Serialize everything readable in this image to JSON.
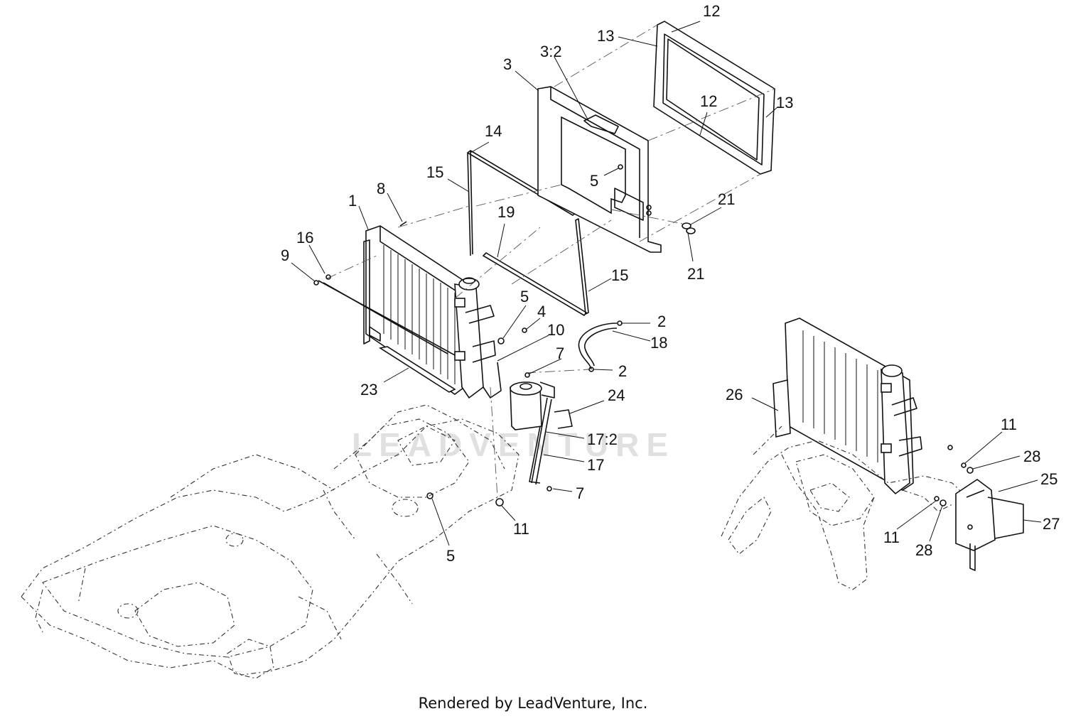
{
  "watermark": "LEADVENTURE",
  "footer": "Rendered by LeadVenture, Inc.",
  "callouts": {
    "c1": "1",
    "c2a": "2",
    "c2b": "2",
    "c3": "3",
    "c3_2": "3:2",
    "c4": "4",
    "c5a": "5",
    "c5b": "5",
    "c5c": "5",
    "c7a": "7",
    "c7b": "7",
    "c8": "8",
    "c9": "9",
    "c10": "10",
    "c11a": "11",
    "c11b": "11",
    "c11c": "11",
    "c12a": "12",
    "c12b": "12",
    "c13a": "13",
    "c13b": "13",
    "c14": "14",
    "c15a": "15",
    "c15b": "15",
    "c16": "16",
    "c17": "17",
    "c17_2": "17:2",
    "c18": "18",
    "c19": "19",
    "c21a": "21",
    "c21b": "21",
    "c23": "23",
    "c24": "24",
    "c25": "25",
    "c26": "26",
    "c27": "27",
    "c28a": "28",
    "c28b": "28"
  }
}
